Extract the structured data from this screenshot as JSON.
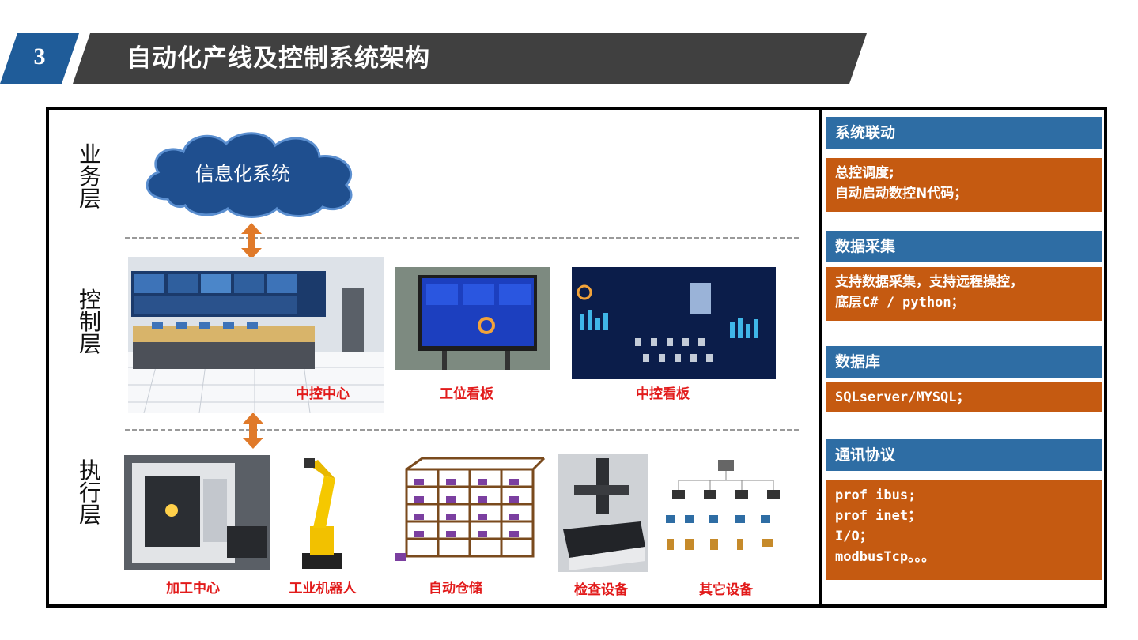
{
  "header": {
    "number": "3",
    "title": "自动化产线及控制系统架构"
  },
  "layers": {
    "business": {
      "chars": [
        "业",
        "务",
        "层"
      ]
    },
    "control": {
      "chars": [
        "控",
        "制",
        "层"
      ]
    },
    "execution": {
      "chars": [
        "执",
        "行",
        "层"
      ]
    }
  },
  "cloud": {
    "label": "信息化系统"
  },
  "control_images": [
    {
      "caption": "中控中心",
      "icon": "control-room-photo"
    },
    {
      "caption": "工位看板",
      "icon": "workstation-board-photo"
    },
    {
      "caption": "中控看板",
      "icon": "control-dashboard-photo"
    }
  ],
  "execution_images": [
    {
      "caption": "加工中心",
      "icon": "machining-center-photo"
    },
    {
      "caption": "工业机器人",
      "icon": "industrial-robot-photo"
    },
    {
      "caption": "自动仓储",
      "icon": "automated-storage-photo"
    },
    {
      "caption": "检查设备",
      "icon": "inspection-equipment-photo"
    },
    {
      "caption": "其它设备",
      "icon": "other-equipment-diagram"
    }
  ],
  "panel": {
    "linkage": {
      "title": "系统联动",
      "lines": [
        "总控调度;",
        "自动启动数控N代码；"
      ]
    },
    "collection": {
      "title": "数据采集",
      "lines": [
        "支持数据采集，支持远程操控，",
        "底层C# / python；"
      ]
    },
    "database": {
      "title": "数据库",
      "lines": [
        "SQLserver/MYSQL；"
      ]
    },
    "protocol": {
      "title": "通讯协议",
      "lines": [
        "prof ibus;",
        "prof inet；",
        " I/O；",
        "modbusTcp。。。"
      ]
    }
  },
  "colors": {
    "title_bar": "#404040",
    "number_tab": "#1f5c99",
    "section_head": "#2e6da4",
    "section_body": "#c55a11",
    "caption": "#e21b1b",
    "arrow": "#e07a2a",
    "cloud": "#1f4f8f"
  }
}
